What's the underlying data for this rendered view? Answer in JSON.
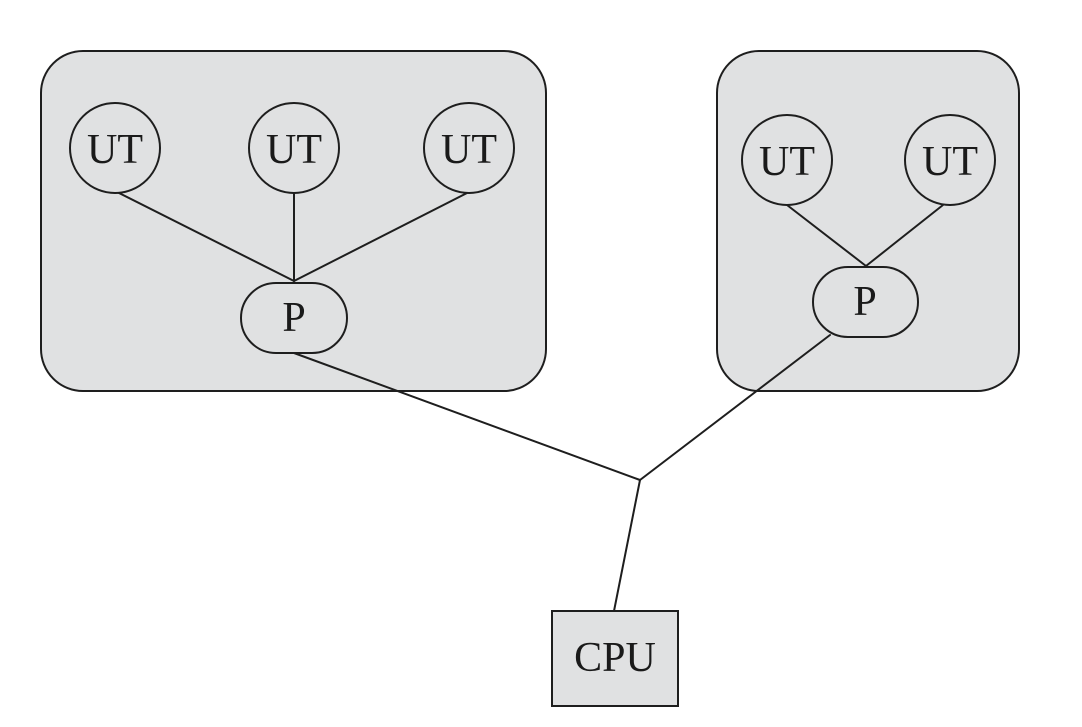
{
  "colors": {
    "fill": "#e0e1e2",
    "stroke": "#1e1e1e",
    "text": "#1a1a1a",
    "background": "#ffffff"
  },
  "groups": [
    {
      "id": "left-group",
      "user_threads": [
        {
          "label": "UT"
        },
        {
          "label": "UT"
        },
        {
          "label": "UT"
        }
      ],
      "process": {
        "label": "P"
      }
    },
    {
      "id": "right-group",
      "user_threads": [
        {
          "label": "UT"
        },
        {
          "label": "UT"
        }
      ],
      "process": {
        "label": "P"
      }
    }
  ],
  "cpu": {
    "label": "CPU"
  }
}
